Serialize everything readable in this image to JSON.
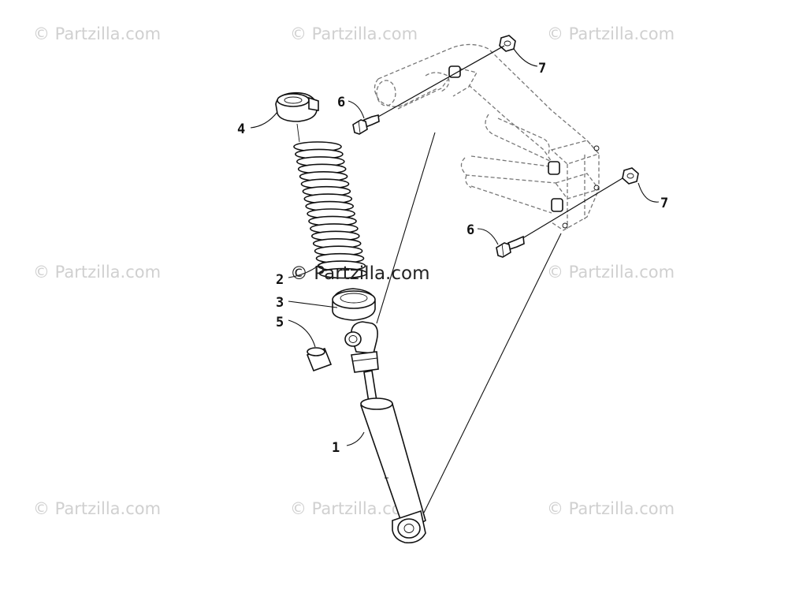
{
  "watermark": "© Partzilla.com",
  "center_watermark": "© Partzilla.com",
  "callouts": {
    "c1": "1",
    "c2": "2",
    "c3": "3",
    "c4": "4",
    "c5": "5",
    "c6a": "6",
    "c6b": "6",
    "c7a": "7",
    "c7b": "7"
  },
  "colors": {
    "watermark": "#d0d0d0",
    "line": "#111111",
    "ghost_frame": "#777777"
  }
}
